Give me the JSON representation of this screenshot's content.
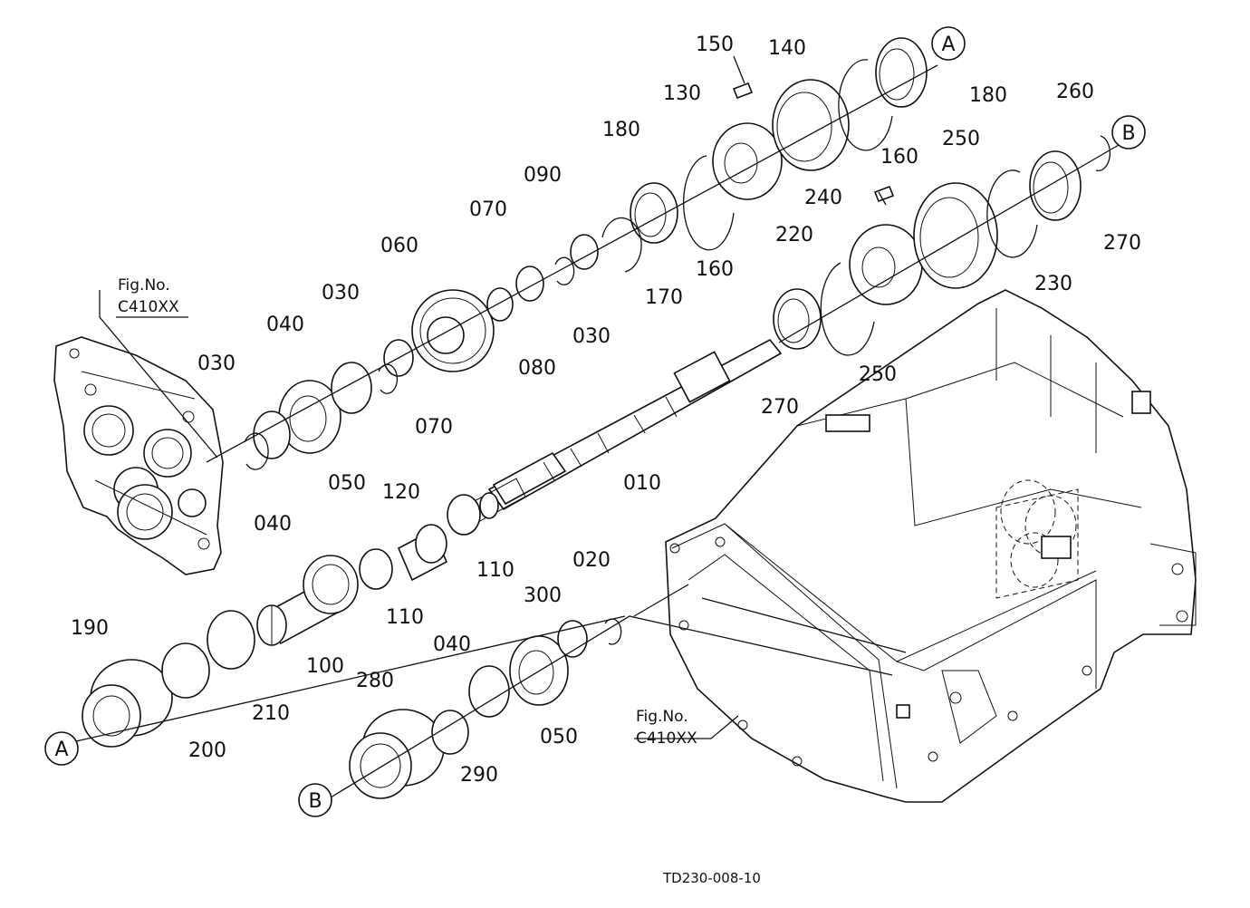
{
  "figure_code": "TD230-008-10",
  "ref_labels": [
    {
      "id": "ref-label-a-top",
      "text": "A"
    },
    {
      "id": "ref-label-b-top",
      "text": "B"
    },
    {
      "id": "ref-label-a-bottom",
      "text": "A"
    },
    {
      "id": "ref-label-b-bottom",
      "text": "B"
    }
  ],
  "fig_refs": [
    {
      "id": "fig-ref-left",
      "line1": "Fig.No.",
      "line2": "C410XX"
    },
    {
      "id": "fig-ref-right",
      "line1": "Fig.No.",
      "line2": "C410XX"
    }
  ],
  "part_labels": {
    "p150": "150",
    "p140": "140",
    "p180a": "180",
    "p130": "130",
    "p260": "260",
    "p180b": "180",
    "p250a": "250",
    "p160a": "160",
    "p090": "090",
    "p240": "240",
    "p070a": "070",
    "p160b": "160",
    "p220": "220",
    "p270a": "270",
    "p060": "060",
    "p170": "170",
    "p230": "230",
    "p030a": "030",
    "p030b": "030",
    "p080": "080",
    "p250b": "250",
    "p040a": "040",
    "p030c": "030",
    "p070b": "070",
    "p270b": "270",
    "p050a": "050",
    "p040b": "040",
    "p010": "010",
    "p120": "120",
    "p110a": "110",
    "p020": "020",
    "p110b": "110",
    "p300": "300",
    "p190": "190",
    "p100": "100",
    "p040c": "040",
    "p210": "210",
    "p280": "280",
    "p200": "200",
    "p050b": "050",
    "p290": "290"
  }
}
